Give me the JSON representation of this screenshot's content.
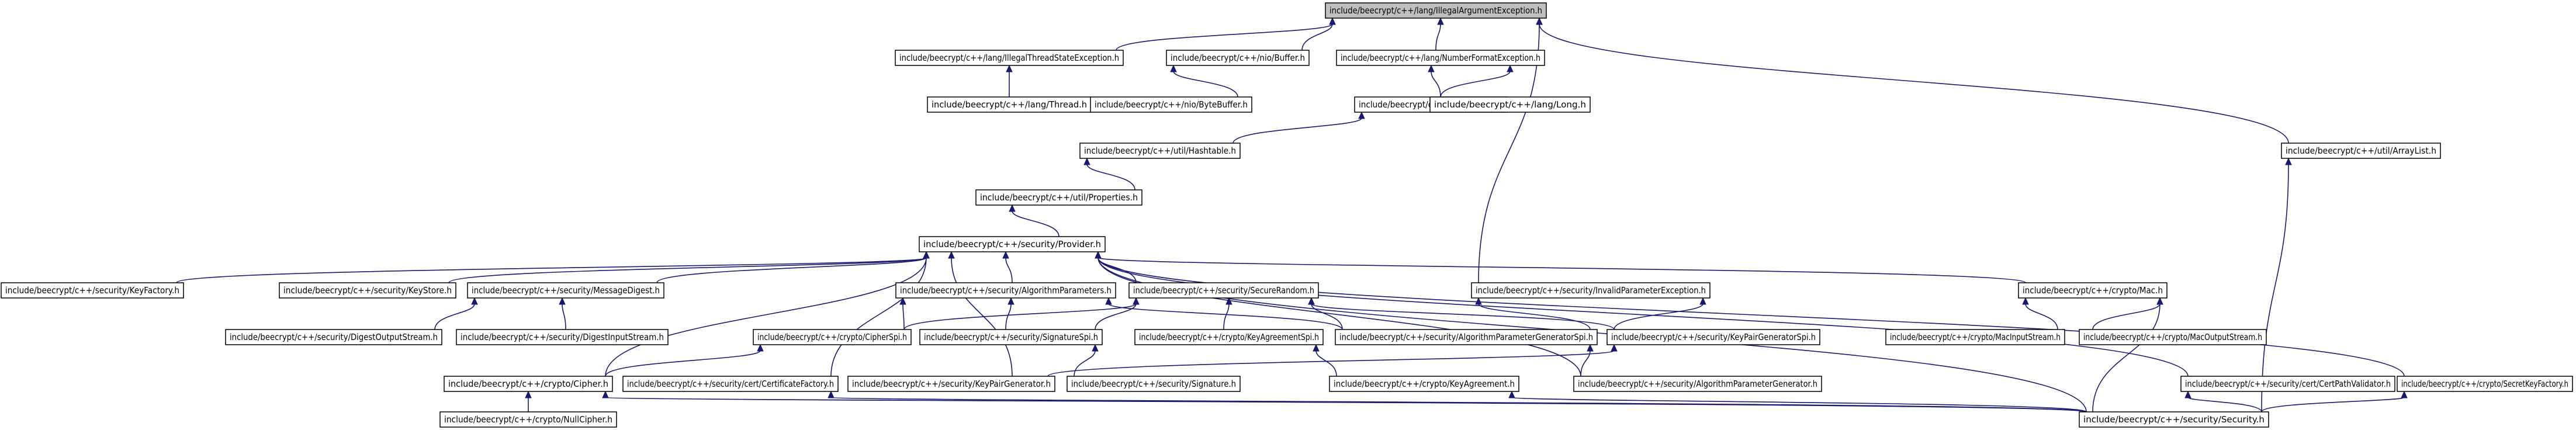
{
  "colors": {
    "root_fill": "#bfbfbf",
    "node_fill": "#ffffff",
    "edge": "#191970",
    "border": "#000000"
  },
  "nodes": [
    {
      "id": "IllegalArgumentException",
      "label": "include/beecrypt/c++/lang/IllegalArgumentException.h",
      "root": true
    },
    {
      "id": "IllegalThreadStateException",
      "label": "include/beecrypt/c++/lang/IllegalThreadStateException.h"
    },
    {
      "id": "Buffer",
      "label": "include/beecrypt/c++/nio/Buffer.h"
    },
    {
      "id": "NumberFormatException",
      "label": "include/beecrypt/c++/lang/NumberFormatException.h"
    },
    {
      "id": "Thread",
      "label": "include/beecrypt/c++/lang/Thread.h"
    },
    {
      "id": "ByteBuffer",
      "label": "include/beecrypt/c++/nio/ByteBuffer.h"
    },
    {
      "id": "Integer",
      "label": "include/beecrypt/c++/lang/Integer.h"
    },
    {
      "id": "Long",
      "label": "include/beecrypt/c++/lang/Long.h"
    },
    {
      "id": "Hashtable",
      "label": "include/beecrypt/c++/util/Hashtable.h"
    },
    {
      "id": "ArrayList",
      "label": "include/beecrypt/c++/util/ArrayList.h"
    },
    {
      "id": "Properties",
      "label": "include/beecrypt/c++/util/Properties.h"
    },
    {
      "id": "Provider",
      "label": "include/beecrypt/c++/security/Provider.h"
    },
    {
      "id": "KeyFactory",
      "label": "include/beecrypt/c++/security/KeyFactory.h"
    },
    {
      "id": "KeyStore",
      "label": "include/beecrypt/c++/security/KeyStore.h"
    },
    {
      "id": "MessageDigest",
      "label": "include/beecrypt/c++/security/MessageDigest.h"
    },
    {
      "id": "AlgorithmParameters",
      "label": "include/beecrypt/c++/security/AlgorithmParameters.h"
    },
    {
      "id": "SecureRandom",
      "label": "include/beecrypt/c++/security/SecureRandom.h"
    },
    {
      "id": "InvalidParameterException",
      "label": "include/beecrypt/c++/security/InvalidParameterException.h"
    },
    {
      "id": "Mac",
      "label": "include/beecrypt/c++/crypto/Mac.h"
    },
    {
      "id": "DigestOutputStream",
      "label": "include/beecrypt/c++/security/DigestOutputStream.h"
    },
    {
      "id": "DigestInputStream",
      "label": "include/beecrypt/c++/security/DigestInputStream.h"
    },
    {
      "id": "CipherSpi",
      "label": "include/beecrypt/c++/crypto/CipherSpi.h"
    },
    {
      "id": "SignatureSpi",
      "label": "include/beecrypt/c++/security/SignatureSpi.h"
    },
    {
      "id": "KeyAgreementSpi",
      "label": "include/beecrypt/c++/crypto/KeyAgreementSpi.h"
    },
    {
      "id": "AlgorithmParameterGeneratorSpi",
      "label": "include/beecrypt/c++/security/AlgorithmParameterGeneratorSpi.h"
    },
    {
      "id": "KeyPairGeneratorSpi",
      "label": "include/beecrypt/c++/security/KeyPairGeneratorSpi.h"
    },
    {
      "id": "MacInputStream",
      "label": "include/beecrypt/c++/crypto/MacInputStream.h"
    },
    {
      "id": "MacOutputStream",
      "label": "include/beecrypt/c++/crypto/MacOutputStream.h"
    },
    {
      "id": "Cipher",
      "label": "include/beecrypt/c++/crypto/Cipher.h"
    },
    {
      "id": "CertificateFactory",
      "label": "include/beecrypt/c++/security/cert/CertificateFactory.h"
    },
    {
      "id": "KeyPairGenerator",
      "label": "include/beecrypt/c++/security/KeyPairGenerator.h"
    },
    {
      "id": "Signature",
      "label": "include/beecrypt/c++/security/Signature.h"
    },
    {
      "id": "KeyAgreement",
      "label": "include/beecrypt/c++/crypto/KeyAgreement.h"
    },
    {
      "id": "AlgorithmParameterGenerator",
      "label": "include/beecrypt/c++/security/AlgorithmParameterGenerator.h"
    },
    {
      "id": "CertPathValidator",
      "label": "include/beecrypt/c++/security/cert/CertPathValidator.h"
    },
    {
      "id": "SecretKeyFactory",
      "label": "include/beecrypt/c++/crypto/SecretKeyFactory.h"
    },
    {
      "id": "NullCipher",
      "label": "include/beecrypt/c++/crypto/NullCipher.h"
    },
    {
      "id": "Security",
      "label": "include/beecrypt/c++/security/Security.h"
    }
  ],
  "edges": [
    [
      "IllegalArgumentException",
      "IllegalThreadStateException"
    ],
    [
      "IllegalArgumentException",
      "Buffer"
    ],
    [
      "IllegalArgumentException",
      "NumberFormatException"
    ],
    [
      "IllegalArgumentException",
      "InvalidParameterException"
    ],
    [
      "IllegalArgumentException",
      "ArrayList"
    ],
    [
      "IllegalThreadStateException",
      "Thread"
    ],
    [
      "Buffer",
      "ByteBuffer"
    ],
    [
      "NumberFormatException",
      "Integer"
    ],
    [
      "NumberFormatException",
      "Long"
    ],
    [
      "Integer",
      "Hashtable"
    ],
    [
      "Hashtable",
      "Properties"
    ],
    [
      "Properties",
      "Provider"
    ],
    [
      "ArrayList",
      "Security"
    ],
    [
      "Provider",
      "KeyFactory"
    ],
    [
      "Provider",
      "KeyStore"
    ],
    [
      "Provider",
      "MessageDigest"
    ],
    [
      "Provider",
      "AlgorithmParameters"
    ],
    [
      "Provider",
      "SecureRandom"
    ],
    [
      "Provider",
      "Mac"
    ],
    [
      "Provider",
      "Cipher"
    ],
    [
      "Provider",
      "CertificateFactory"
    ],
    [
      "Provider",
      "KeyPairGenerator"
    ],
    [
      "Provider",
      "AlgorithmParameterGenerator"
    ],
    [
      "Provider",
      "CertPathValidator"
    ],
    [
      "Provider",
      "SecretKeyFactory"
    ],
    [
      "Provider",
      "Security"
    ],
    [
      "MessageDigest",
      "DigestOutputStream"
    ],
    [
      "MessageDigest",
      "DigestInputStream"
    ],
    [
      "AlgorithmParameters",
      "CipherSpi"
    ],
    [
      "AlgorithmParameters",
      "SignatureSpi"
    ],
    [
      "AlgorithmParameters",
      "AlgorithmParameterGeneratorSpi"
    ],
    [
      "SecureRandom",
      "CipherSpi"
    ],
    [
      "SecureRandom",
      "SignatureSpi"
    ],
    [
      "SecureRandom",
      "KeyAgreementSpi"
    ],
    [
      "SecureRandom",
      "AlgorithmParameterGeneratorSpi"
    ],
    [
      "SecureRandom",
      "KeyPairGeneratorSpi"
    ],
    [
      "InvalidParameterException",
      "AlgorithmParameterGeneratorSpi"
    ],
    [
      "InvalidParameterException",
      "KeyPairGeneratorSpi"
    ],
    [
      "Mac",
      "MacInputStream"
    ],
    [
      "Mac",
      "MacOutputStream"
    ],
    [
      "Mac",
      "Security"
    ],
    [
      "CipherSpi",
      "Cipher"
    ],
    [
      "SignatureSpi",
      "Signature"
    ],
    [
      "KeyAgreementSpi",
      "KeyAgreement"
    ],
    [
      "AlgorithmParameterGeneratorSpi",
      "AlgorithmParameterGenerator"
    ],
    [
      "KeyPairGeneratorSpi",
      "KeyPairGenerator"
    ],
    [
      "Cipher",
      "NullCipher"
    ],
    [
      "Cipher",
      "Security"
    ],
    [
      "CertificateFactory",
      "Security"
    ],
    [
      "KeyAgreement",
      "Security"
    ],
    [
      "CertPathValidator",
      "Security"
    ],
    [
      "SecretKeyFactory",
      "Security"
    ]
  ]
}
